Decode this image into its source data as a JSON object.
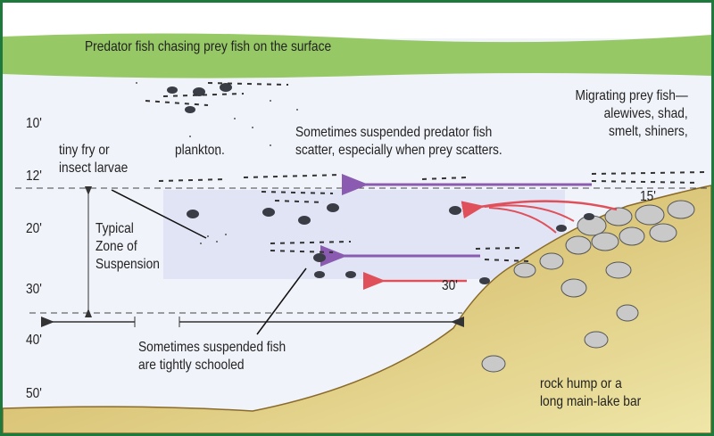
{
  "title": "Predator fish chasing prey fish on the surface",
  "depths": [
    "10'",
    "12'",
    "20'",
    "30'",
    "40'",
    "50'"
  ],
  "labels": {
    "migrating": [
      "Migrating prey fish—",
      "alewives, shad,",
      "smelt, shiners,"
    ],
    "scatter": [
      "Sometimes suspended predator fish",
      "scatter, especially when prey scatters."
    ],
    "fry": [
      "tiny fry or",
      "insect larvae"
    ],
    "plankton": "plankton.",
    "zone": [
      "Typical",
      "Zone of",
      "Suspension"
    ],
    "schooled": [
      "Sometimes suspended fish",
      "are tightly schooled"
    ],
    "hump": [
      "rock hump or a",
      "long main-lake bar"
    ],
    "depth_15": "15'",
    "depth_30": "30'"
  },
  "colors": {
    "border": "#1d7a3c",
    "water": "#f1f3fa",
    "grass": "#7fbf4a",
    "bank": "#d8c47a",
    "purple_arrow": "#8a5bb0",
    "red_arrow": "#e0505a"
  }
}
